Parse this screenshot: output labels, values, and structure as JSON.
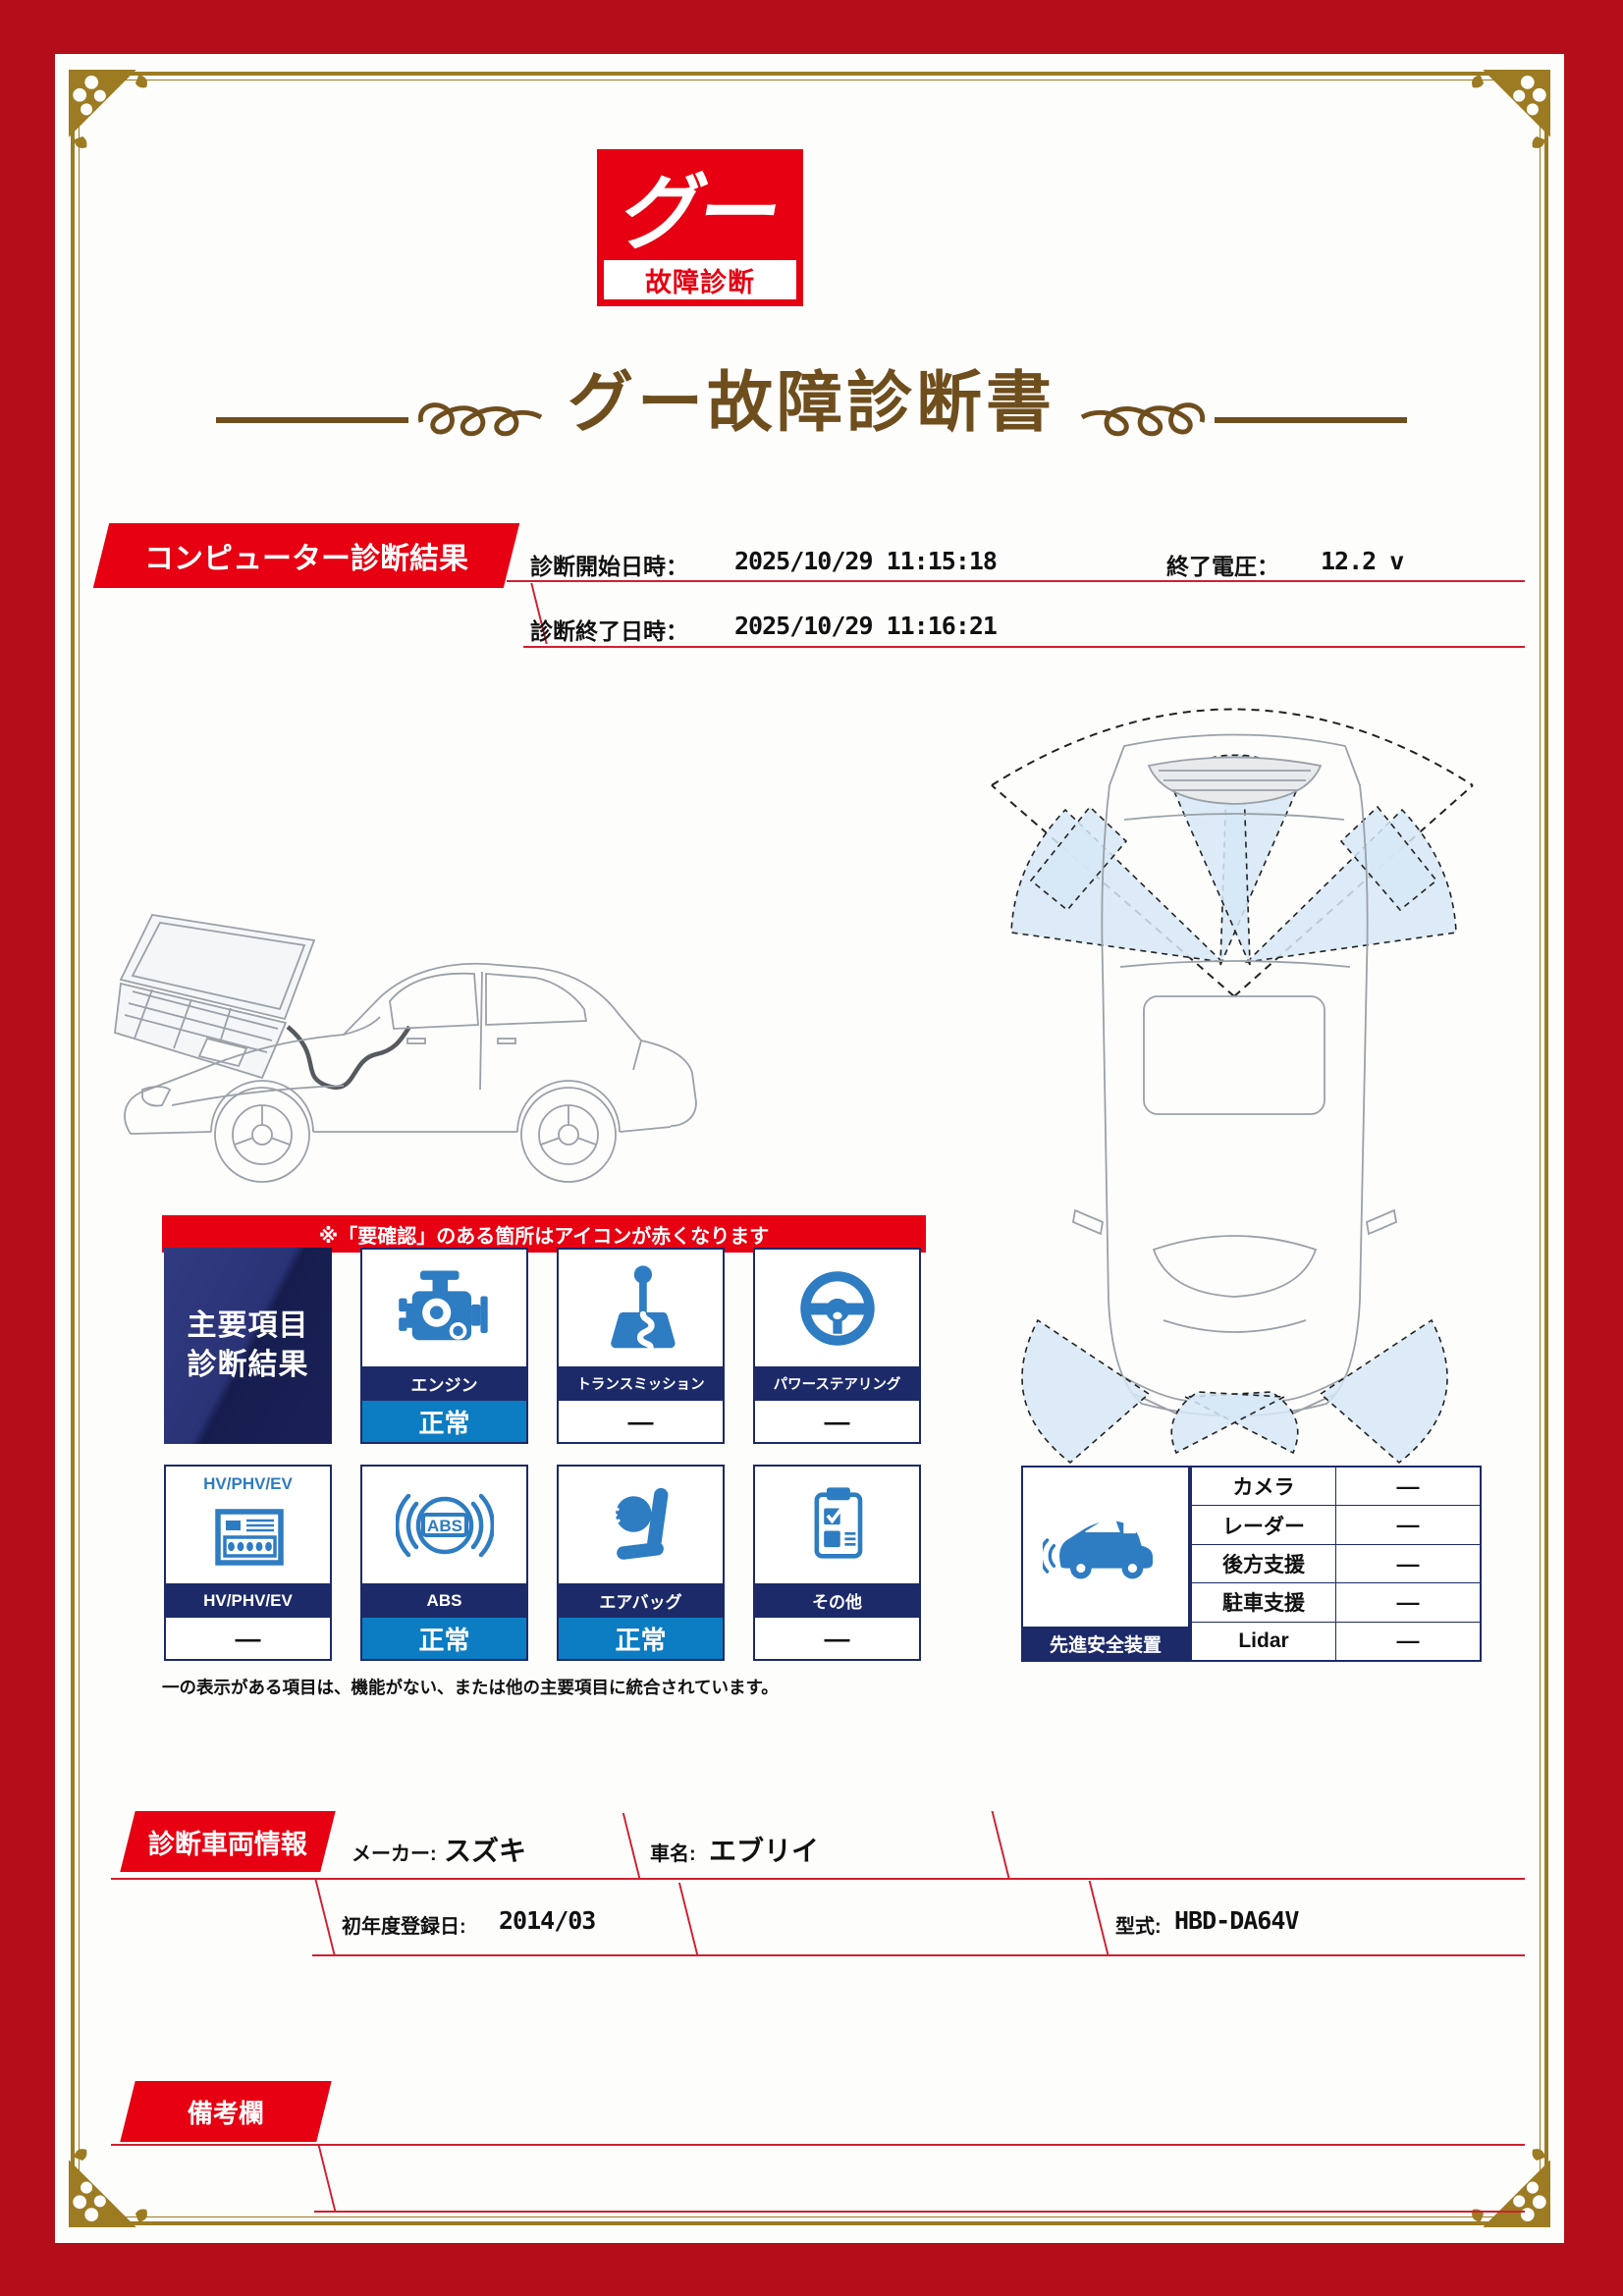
{
  "colors": {
    "accent_red": "#e60012",
    "frame_red": "#b30e1a",
    "navy": "#1d2a69",
    "icon_blue": "#2e7cc2",
    "status_blue": "#0c7dc2",
    "title_brown": "#6f4e1e",
    "gold": "#9c7b22"
  },
  "logo": {
    "mark": "グー",
    "caption": "故障診断"
  },
  "title": "グー故障診断書",
  "computer_diagnosis": {
    "section_label": "コンピューター診断結果",
    "start_label": "診断開始日時：",
    "start_value": "2025/10/29 11:15:18",
    "voltage_label": "終了電圧：",
    "voltage_value": "12.2 v",
    "end_label": "診断終了日時：",
    "end_value": "2025/10/29 11:16:21"
  },
  "notice_banner": "※「要確認」のある箇所はアイコンが赤くなります",
  "main_grid": {
    "header_line1": "主要項目",
    "header_line2": "診断結果",
    "items": [
      {
        "label": "エンジン",
        "status": "正常"
      },
      {
        "label": "トランスミッション",
        "status": "—"
      },
      {
        "label": "パワーステアリング",
        "status": "—"
      },
      {
        "label": "HV/PHV/EV",
        "status": "—",
        "icon_caption": "HV/PHV/EV"
      },
      {
        "label": "ABS",
        "status": "正常",
        "icon_text": "ABS"
      },
      {
        "label": "エアバッグ",
        "status": "正常"
      },
      {
        "label": "その他",
        "status": "—"
      }
    ],
    "footnote": "一の表示がある項目は、機能がない、または他の主要項目に統合されています。"
  },
  "safety_section": {
    "card_label": "先進安全装置",
    "rows": [
      {
        "label": "カメラ",
        "value": "—"
      },
      {
        "label": "レーダー",
        "value": "—"
      },
      {
        "label": "後方支援",
        "value": "—"
      },
      {
        "label": "駐車支援",
        "value": "—"
      },
      {
        "label": "Lidar",
        "value": "—"
      }
    ]
  },
  "vehicle_info": {
    "section_label": "診断車両情報",
    "maker_label": "メーカー:",
    "maker_value": "スズキ",
    "name_label": "車名:",
    "name_value": "エブリイ",
    "reg_label": "初年度登録日:",
    "reg_value": "2014/03",
    "model_label": "型式:",
    "model_value": "HBD-DA64V"
  },
  "remarks": {
    "section_label": "備考欄"
  }
}
